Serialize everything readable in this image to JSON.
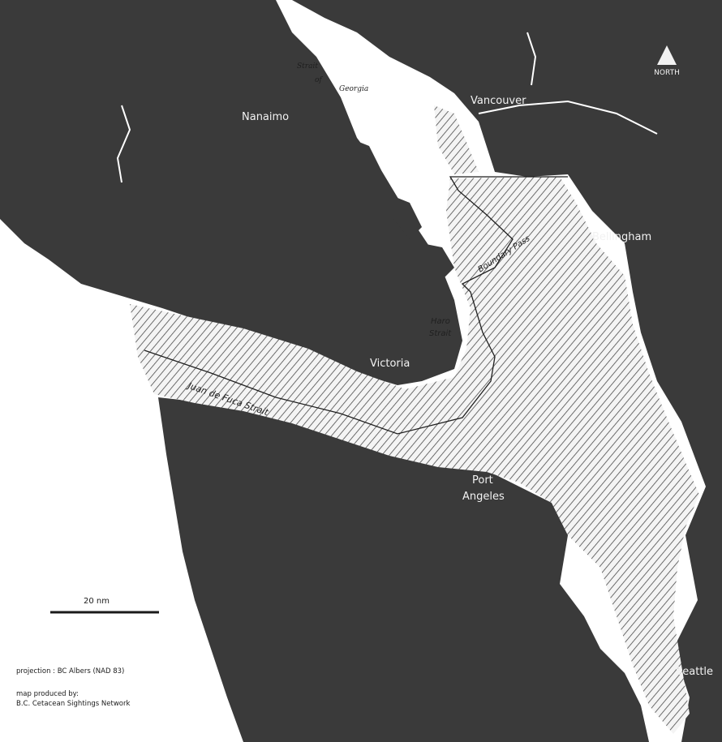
{
  "map": {
    "place_labels": {
      "nanaimo": "Nanaimo",
      "vancouver": "Vancouver",
      "bellingham": "Bellingham",
      "victoria": "Victoria",
      "port_angeles_line1": "Port",
      "port_angeles_line2": "Angeles",
      "seattle": "Seattle"
    },
    "water_labels": {
      "strait_of_georgia_line1": "Strait",
      "strait_of_georgia_line2": "of",
      "strait_of_georgia_line3": "Georgia",
      "haro_strait_line1": "Haro",
      "haro_strait_line2": "Strait",
      "boundary_pass": "Boundary Pass",
      "juan_de_fuca_strait": "Juan de Fuca Strait"
    },
    "north_arrow": {
      "label": "NORTH"
    },
    "scale_bar": {
      "label": "20 nm"
    },
    "notes": {
      "projection": "projection : BC Albers (NAD 83)",
      "credit_line1": "map produced by:",
      "credit_line2": "B.C. Cetacean Sightings Network"
    },
    "colors": {
      "land": "#3a3a3a",
      "water": "#ffffff",
      "hatch": "#4a4a4a",
      "city_label": "#f2f2f2"
    }
  }
}
